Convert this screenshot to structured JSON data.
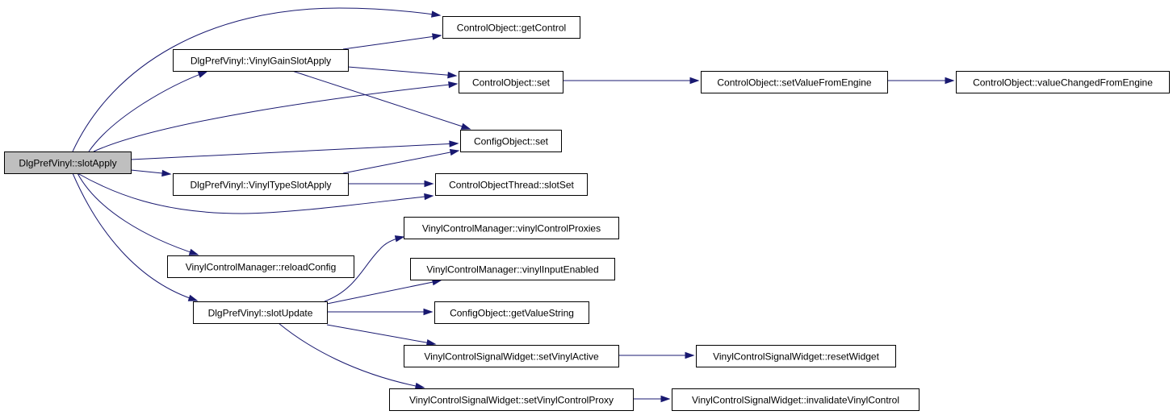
{
  "colors": {
    "edge": "#191970",
    "node_border": "#000000",
    "node_fill": "#ffffff",
    "root_fill": "#bfbfbf"
  },
  "nodes": [
    {
      "id": "slotApply",
      "label": "DlgPrefVinyl::slotApply",
      "root": true
    },
    {
      "id": "getControl",
      "label": "ControlObject::getControl"
    },
    {
      "id": "gainSlotApply",
      "label": "DlgPrefVinyl::VinylGainSlotApply"
    },
    {
      "id": "coSet",
      "label": "ControlObject::set"
    },
    {
      "id": "setValueFromEngine",
      "label": "ControlObject::setValueFromEngine"
    },
    {
      "id": "valueChangedFromEngine",
      "label": "ControlObject::valueChangedFromEngine"
    },
    {
      "id": "configSet",
      "label": "ConfigObject::set"
    },
    {
      "id": "typeSlotApply",
      "label": "DlgPrefVinyl::VinylTypeSlotApply"
    },
    {
      "id": "cotSlotSet",
      "label": "ControlObjectThread::slotSet"
    },
    {
      "id": "vinylControlProxies",
      "label": "VinylControlManager::vinylControlProxies"
    },
    {
      "id": "reloadConfig",
      "label": "VinylControlManager::reloadConfig"
    },
    {
      "id": "vinylInputEnabled",
      "label": "VinylControlManager::vinylInputEnabled"
    },
    {
      "id": "slotUpdate",
      "label": "DlgPrefVinyl::slotUpdate"
    },
    {
      "id": "getValueString",
      "label": "ConfigObject::getValueString"
    },
    {
      "id": "setVinylActive",
      "label": "VinylControlSignalWidget::setVinylActive"
    },
    {
      "id": "resetWidget",
      "label": "VinylControlSignalWidget::resetWidget"
    },
    {
      "id": "setVinylControlProxy",
      "label": "VinylControlSignalWidget::setVinylControlProxy"
    },
    {
      "id": "invalidateVinylControl",
      "label": "VinylControlSignalWidget::invalidateVinylControl"
    }
  ],
  "edges": [
    {
      "from": "slotApply",
      "to": "getControl"
    },
    {
      "from": "slotApply",
      "to": "gainSlotApply"
    },
    {
      "from": "slotApply",
      "to": "coSet"
    },
    {
      "from": "slotApply",
      "to": "configSet"
    },
    {
      "from": "slotApply",
      "to": "typeSlotApply"
    },
    {
      "from": "slotApply",
      "to": "cotSlotSet"
    },
    {
      "from": "slotApply",
      "to": "reloadConfig"
    },
    {
      "from": "slotApply",
      "to": "slotUpdate"
    },
    {
      "from": "gainSlotApply",
      "to": "getControl"
    },
    {
      "from": "gainSlotApply",
      "to": "coSet"
    },
    {
      "from": "gainSlotApply",
      "to": "configSet"
    },
    {
      "from": "coSet",
      "to": "setValueFromEngine"
    },
    {
      "from": "setValueFromEngine",
      "to": "valueChangedFromEngine"
    },
    {
      "from": "typeSlotApply",
      "to": "configSet"
    },
    {
      "from": "typeSlotApply",
      "to": "cotSlotSet"
    },
    {
      "from": "slotUpdate",
      "to": "vinylControlProxies"
    },
    {
      "from": "slotUpdate",
      "to": "vinylInputEnabled"
    },
    {
      "from": "slotUpdate",
      "to": "getValueString"
    },
    {
      "from": "slotUpdate",
      "to": "setVinylActive"
    },
    {
      "from": "slotUpdate",
      "to": "setVinylControlProxy"
    },
    {
      "from": "setVinylActive",
      "to": "resetWidget"
    },
    {
      "from": "setVinylControlProxy",
      "to": "invalidateVinylControl"
    }
  ]
}
